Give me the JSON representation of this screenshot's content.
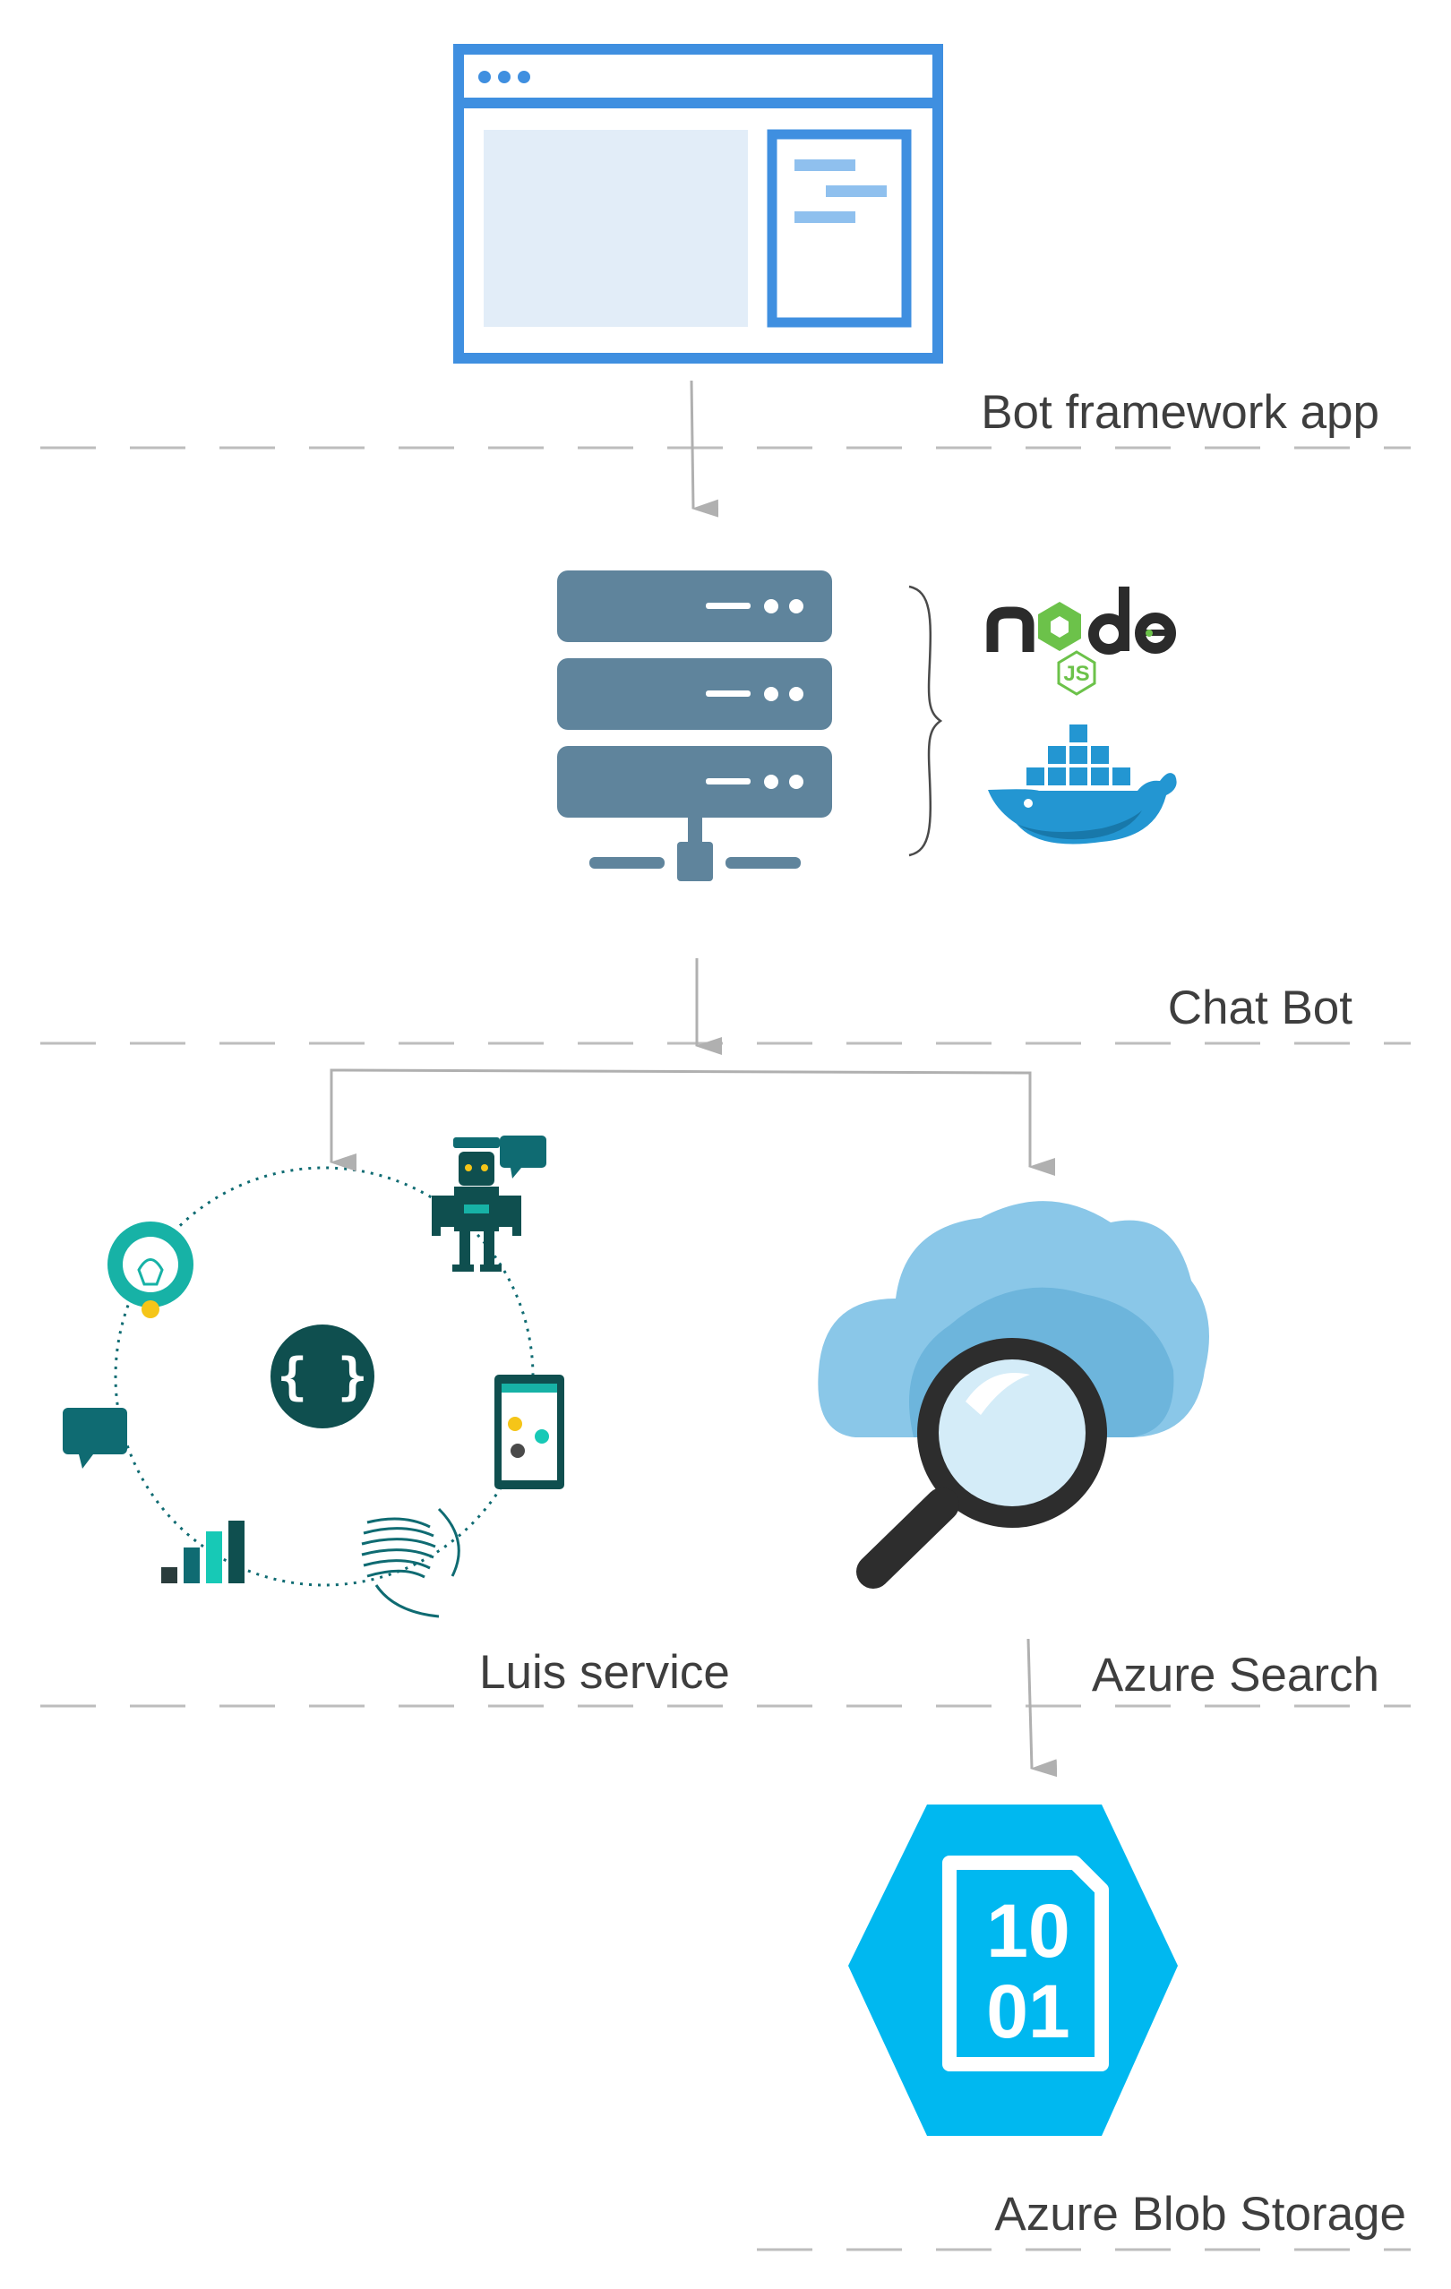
{
  "tiers": {
    "bot_framework_app": "Bot framework app",
    "chat_bot": "Chat Bot",
    "luis_service": "Luis service",
    "azure_search": "Azure Search",
    "azure_blob_storage": "Azure Blob Storage"
  },
  "logos": {
    "node_js": "node",
    "node_js_badge": "JS",
    "blob_binary_line1": "10",
    "blob_binary_line2": "01"
  },
  "icons": {
    "browser_window": "browser-window-icon",
    "server": "server-stack-icon",
    "node": "nodejs-logo",
    "docker": "docker-whale-logo",
    "luis": "luis-cycle-icon",
    "search": "azure-search-cloud-icon",
    "blob": "azure-blob-storage-icon"
  },
  "colors": {
    "browser_blue": "#3f8fe0",
    "browser_panel": "#e2edf8",
    "server_gray": "#5f849c",
    "node_green": "#6cc24a",
    "docker_blue": "#2396d2",
    "luis_teal": "#0f6b72",
    "cloud_blue": "#6db5dc",
    "blob_cyan": "#00b8f0",
    "arrow_gray": "#b0b0b0",
    "divider_gray": "#bdbdbd",
    "label_gray": "#3e3e3e"
  }
}
